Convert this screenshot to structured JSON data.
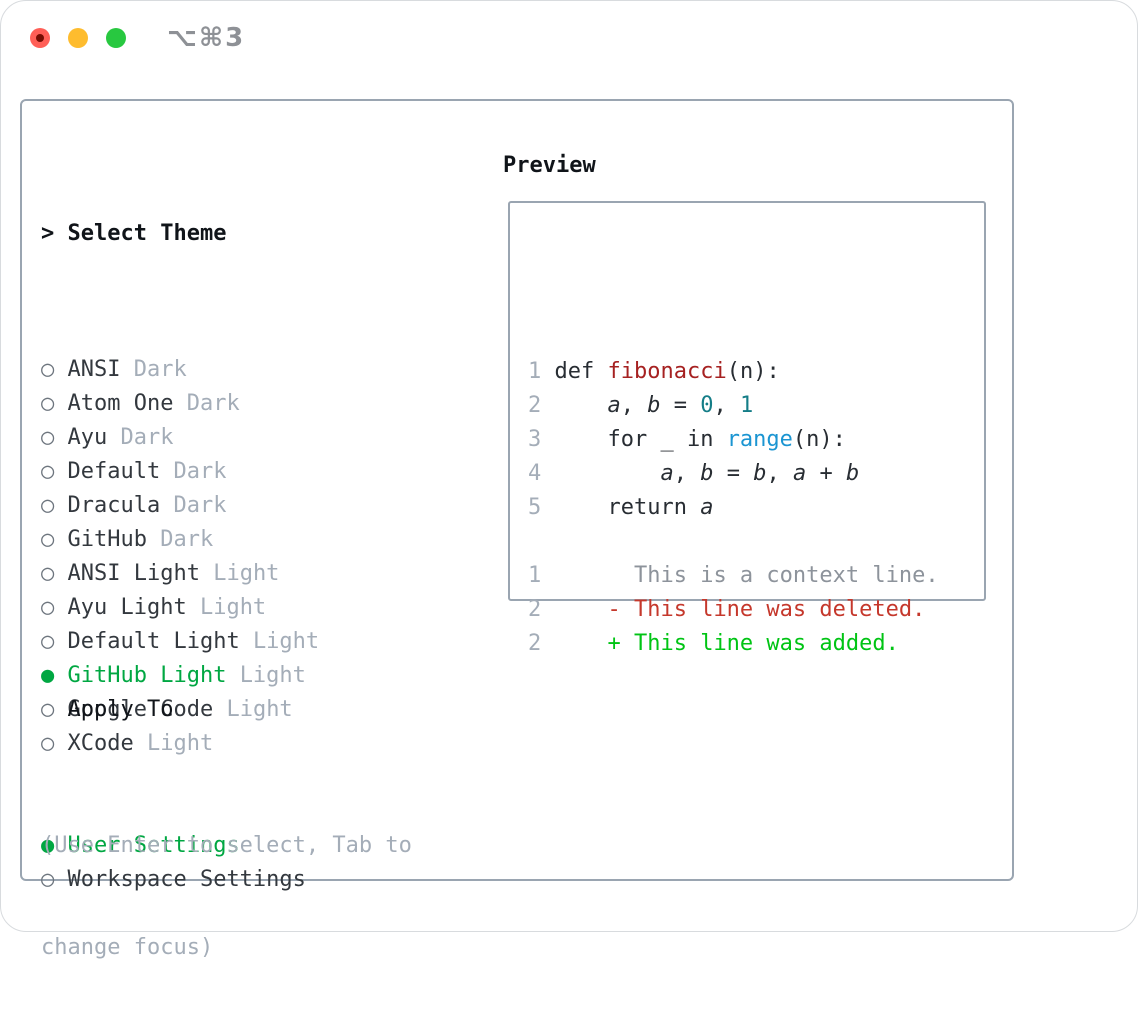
{
  "window": {
    "title_shortcut": "⌥⌘3"
  },
  "colors": {
    "panel_border": "#9aa5b1",
    "selection_green": "#00a742",
    "added_green": "#00c414",
    "deleted_red": "#c5382c",
    "function_red": "#a62121",
    "builtin_blue": "#1b95d2",
    "number_teal": "#147d87",
    "dim_gray": "#a4adb8",
    "context_gray": "#8d939b",
    "text_dark": "#282d33",
    "traffic_red": "#ff5f57",
    "traffic_yellow": "#febc2e",
    "traffic_green": "#28c840"
  },
  "theme_panel": {
    "header_prompt": ">",
    "header": "Select Theme",
    "bullet_unselected": "○",
    "bullet_selected": "●",
    "items": [
      {
        "name": "ANSI",
        "tag": "Dark",
        "selected": false
      },
      {
        "name": "Atom One",
        "tag": "Dark",
        "selected": false
      },
      {
        "name": "Ayu",
        "tag": "Dark",
        "selected": false
      },
      {
        "name": "Default",
        "tag": "Dark",
        "selected": false
      },
      {
        "name": "Dracula",
        "tag": "Dark",
        "selected": false
      },
      {
        "name": "GitHub",
        "tag": "Dark",
        "selected": false
      },
      {
        "name": "ANSI Light",
        "tag": "Light",
        "selected": false
      },
      {
        "name": "Ayu Light",
        "tag": "Light",
        "selected": false
      },
      {
        "name": "Default Light",
        "tag": "Light",
        "selected": false
      },
      {
        "name": "GitHub Light",
        "tag": "Light",
        "selected": true
      },
      {
        "name": "Google Code",
        "tag": "Light",
        "selected": false
      },
      {
        "name": "XCode",
        "tag": "Light",
        "selected": false
      }
    ],
    "apply_to": {
      "header": "Apply To",
      "options": [
        {
          "label": "User Settings",
          "selected": true
        },
        {
          "label": "Workspace Settings",
          "selected": false
        }
      ]
    },
    "help_line1": "(Use Enter to select, Tab to",
    "help_line2": "change focus)"
  },
  "preview": {
    "header": "Preview",
    "code_lines": [
      {
        "num": "1",
        "segments": [
          [
            "def ",
            "code"
          ],
          [
            "fibonacci",
            "func"
          ],
          [
            "(n):",
            "code"
          ]
        ]
      },
      {
        "num": "2",
        "segments": [
          [
            "    ",
            "code"
          ],
          [
            "a",
            "var"
          ],
          [
            ", ",
            "code"
          ],
          [
            "b",
            "var"
          ],
          [
            " = ",
            "code"
          ],
          [
            "0",
            "num"
          ],
          [
            ", ",
            "code"
          ],
          [
            "1",
            "num"
          ]
        ]
      },
      {
        "num": "3",
        "segments": [
          [
            "    for _ in ",
            "code"
          ],
          [
            "range",
            "builtin"
          ],
          [
            "(n):",
            "code"
          ]
        ]
      },
      {
        "num": "4",
        "segments": [
          [
            "        ",
            "code"
          ],
          [
            "a",
            "var"
          ],
          [
            ", ",
            "code"
          ],
          [
            "b",
            "var"
          ],
          [
            " = ",
            "code"
          ],
          [
            "b",
            "var"
          ],
          [
            ", ",
            "code"
          ],
          [
            "a",
            "var"
          ],
          [
            " + ",
            "code"
          ],
          [
            "b",
            "var"
          ]
        ]
      },
      {
        "num": "5",
        "segments": [
          [
            "    return ",
            "code"
          ],
          [
            "a",
            "var"
          ]
        ]
      },
      {
        "num": "",
        "segments": []
      },
      {
        "num": "1",
        "segments": [
          [
            "      This is a context line.",
            "context"
          ]
        ]
      },
      {
        "num": "2",
        "segments": [
          [
            "    - This line was deleted.",
            "deleted"
          ]
        ]
      },
      {
        "num": "2",
        "segments": [
          [
            "    + This line was added.",
            "added"
          ]
        ]
      }
    ]
  }
}
